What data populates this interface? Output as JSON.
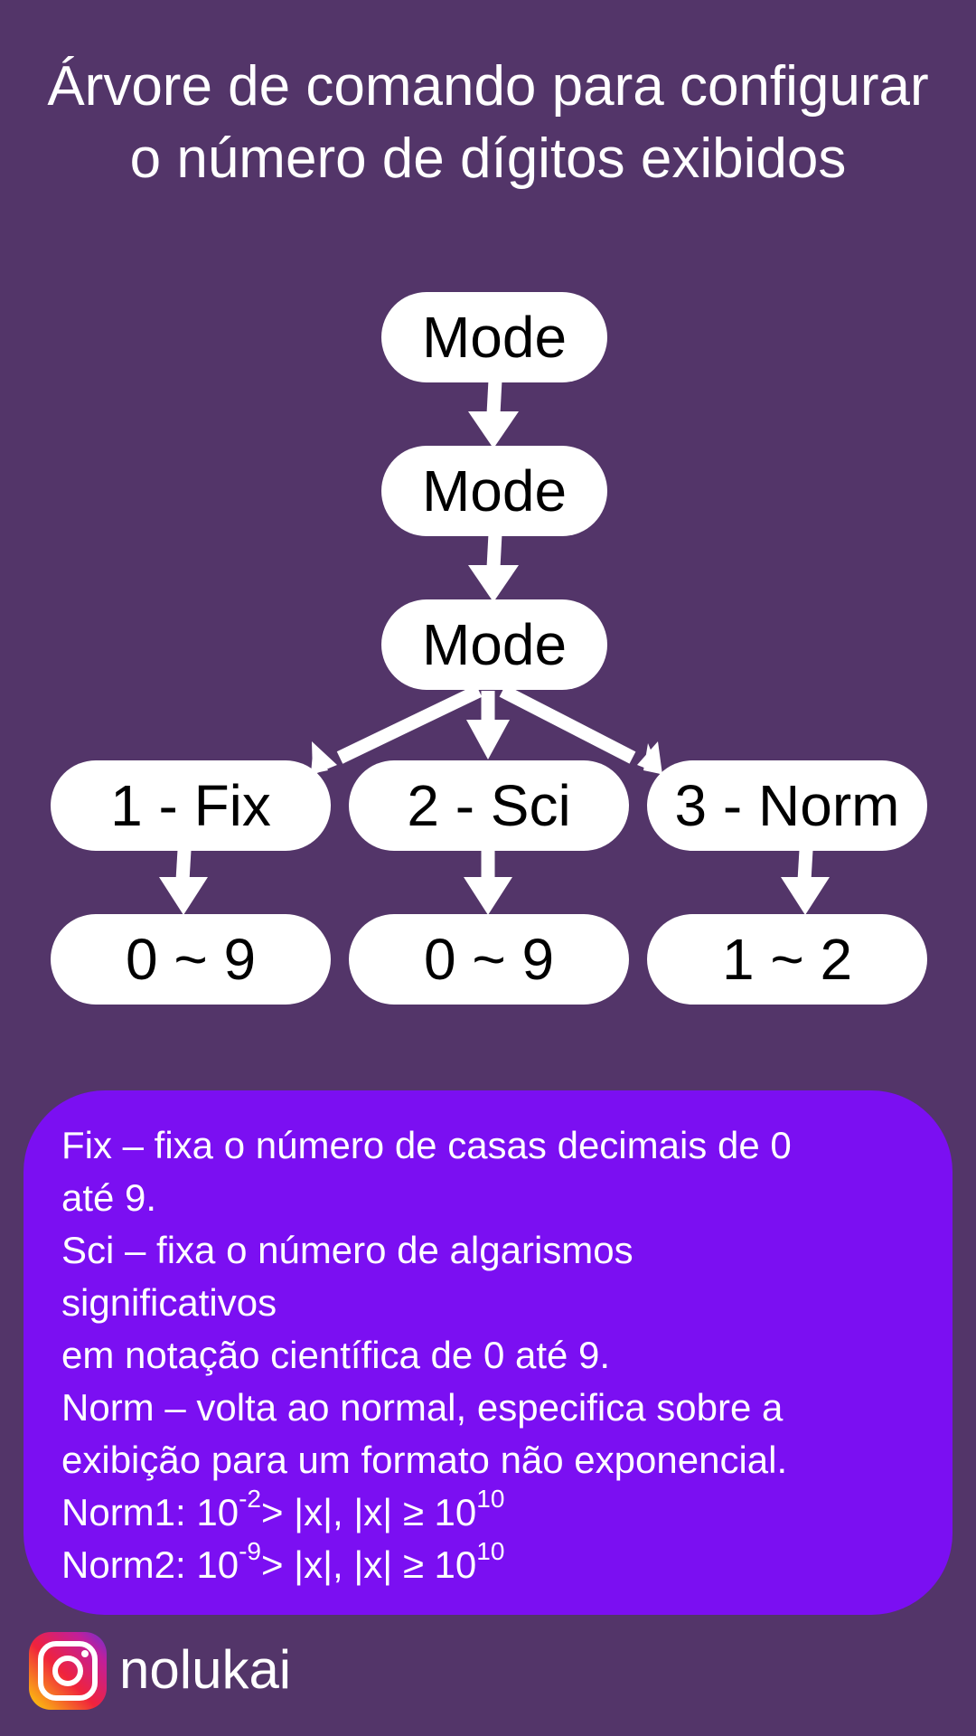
{
  "title": "Árvore de comando para configurar o número de dígitos exibidos",
  "tree": {
    "mode_1": "Mode",
    "mode_2": "Mode",
    "mode_3": "Mode",
    "option_fix": "1 - Fix",
    "option_sci": "2 - Sci",
    "option_norm": "3 - Norm",
    "range_fix": "0 ~ 9",
    "range_sci": "0 ~ 9",
    "range_norm": "1 ~ 2"
  },
  "info": {
    "line_1": "Fix – fixa o número de casas decimais de 0",
    "line_2": "até 9.",
    "line_3": "Sci – fixa o número de algarismos",
    "line_4": "significativos",
    "line_5": "em notação científica de 0 até 9.",
    "line_6": "Norm – volta ao normal, especifica sobre a",
    "line_7": "exibição para um formato não exponencial.",
    "norm1": {
      "prefix": "Norm1: 10",
      "exp1": "-2",
      "middle": "> |x|, |x| ≥ 10",
      "exp2": "10"
    },
    "norm2": {
      "prefix": "Norm2: 10",
      "exp1": "-9",
      "middle": "> |x|, |x| ≥ 10",
      "exp2": "10"
    }
  },
  "footer": {
    "icon": "instagram-icon",
    "handle": "nolukai"
  },
  "colors": {
    "background": "#533569",
    "node_fill": "#ffffff",
    "info_box": "#7b0ff2",
    "text_light": "#ffffff"
  }
}
